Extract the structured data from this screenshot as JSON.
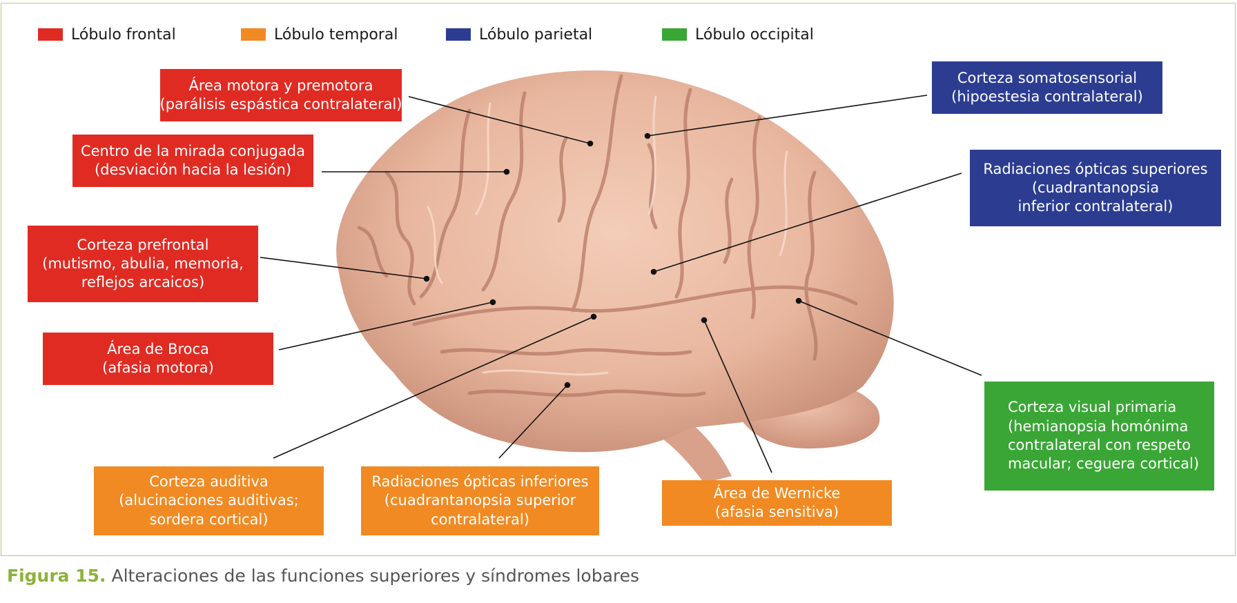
{
  "legend": [
    {
      "label": "Lóbulo frontal",
      "color": "#e02b23"
    },
    {
      "label": "Lóbulo temporal",
      "color": "#f18a23"
    },
    {
      "label": "Lóbulo parietal",
      "color": "#2c3d91"
    },
    {
      "label": "Lóbulo occipital",
      "color": "#3aa636"
    }
  ],
  "labels": {
    "motora": [
      "Área motora y premotora",
      "(parálisis espástica contralateral)"
    ],
    "mirada": [
      "Centro de la mirada conjugada",
      "(desviación hacia la lesión)"
    ],
    "prefrontal": [
      "Corteza prefrontal",
      "(mutismo, abulia, memoria,",
      "reflejos arcaicos)"
    ],
    "broca": [
      "Área de Broca",
      "(afasia motora)"
    ],
    "auditiva": [
      "Corteza auditiva",
      "(alucinaciones auditivas;",
      "sordera cortical)"
    ],
    "opticas_inferiores": [
      "Radiaciones ópticas inferiores",
      "(cuadrantanopsia superior",
      "contralateral)"
    ],
    "wernicke": [
      "Área de Wernicke",
      "(afasia sensitiva)"
    ],
    "somatosensorial": [
      "Corteza somatosensorial",
      "(hipoestesia contralateral)"
    ],
    "opticas_superiores": [
      "Radiaciones ópticas superiores",
      "(cuadrantanopsia",
      "inferior contralateral)"
    ],
    "visual": [
      "Corteza visual primaria",
      "(hemianopsia homónima",
      "contralateral con respeto",
      "macular; ceguera cortical)"
    ]
  },
  "caption": {
    "number": "Figura 15.",
    "text": "Alteraciones de las funciones superiores y síndromes lobares"
  }
}
